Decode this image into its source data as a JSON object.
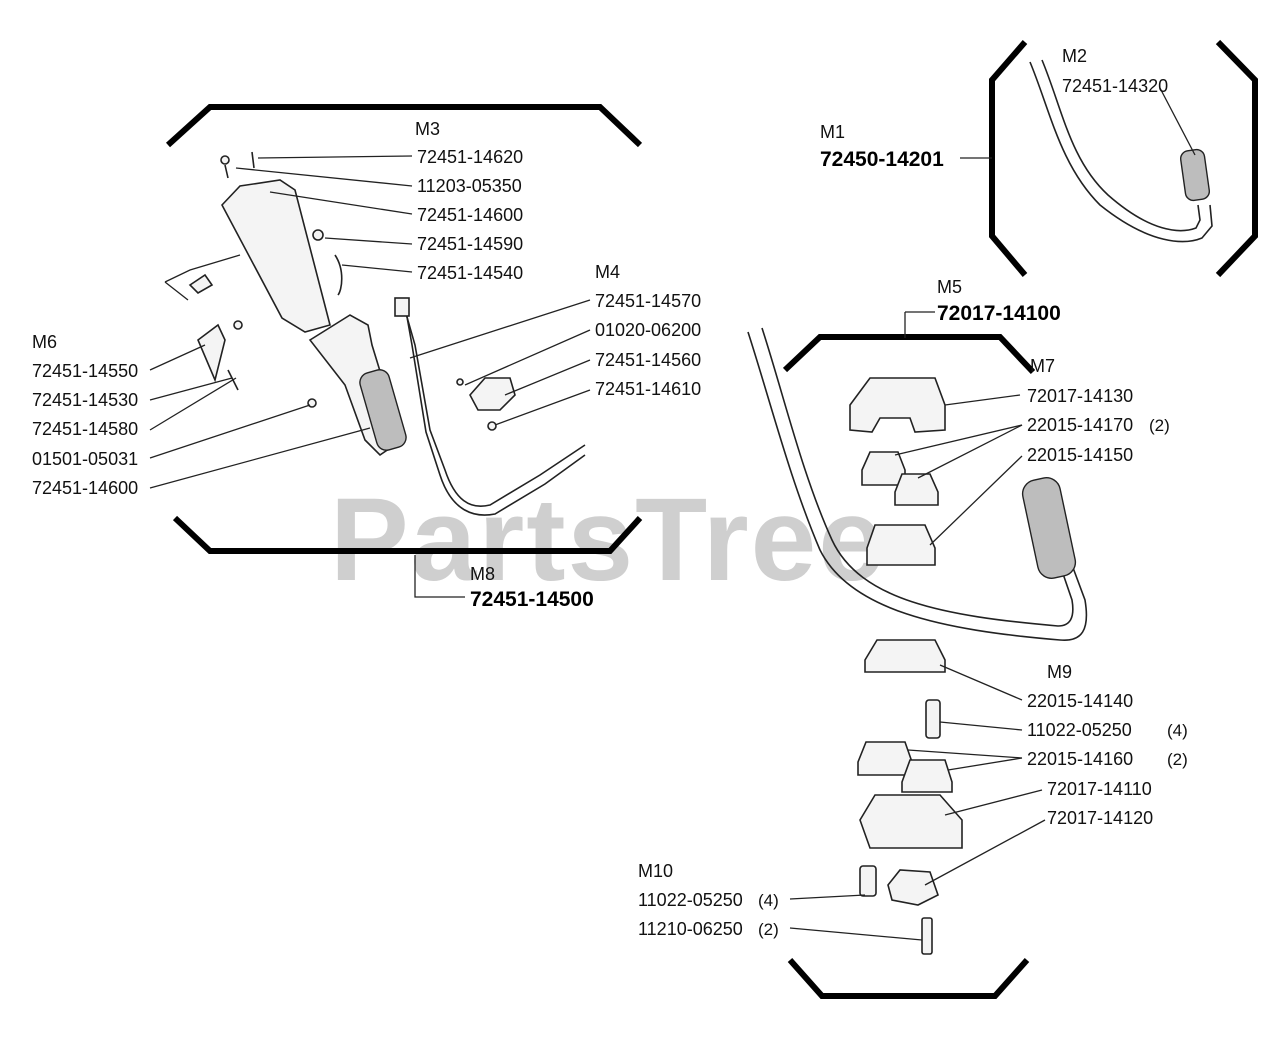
{
  "watermark": "PartsTree",
  "groups": {
    "M1": {
      "ref": "M1",
      "pn": "72450-14201"
    },
    "M2": {
      "ref": "M2",
      "pn": "72451-14320"
    },
    "M3": {
      "ref": "M3"
    },
    "M4": {
      "ref": "M4"
    },
    "M5": {
      "ref": "M5",
      "pn": "72017-14100"
    },
    "M6": {
      "ref": "M6"
    },
    "M7": {
      "ref": "M7"
    },
    "M8": {
      "ref": "M8",
      "pn": "72451-14500"
    },
    "M9": {
      "ref": "M9"
    },
    "M10": {
      "ref": "M10"
    }
  },
  "m3_parts": [
    "72451-14620",
    "11203-05350",
    "72451-14600",
    "72451-14590",
    "72451-14540"
  ],
  "m4_parts": [
    "72451-14570",
    "01020-06200",
    "72451-14560",
    "72451-14610"
  ],
  "m6_parts": [
    "72451-14550",
    "72451-14530",
    "72451-14580",
    "01501-05031",
    "72451-14600"
  ],
  "m7_parts": [
    {
      "pn": "72017-14130",
      "qty": ""
    },
    {
      "pn": "22015-14170",
      "qty": "(2)"
    },
    {
      "pn": "22015-14150",
      "qty": ""
    }
  ],
  "m9_parts": [
    {
      "pn": "22015-14140",
      "qty": ""
    },
    {
      "pn": "11022-05250",
      "qty": "(4)"
    },
    {
      "pn": "22015-14160",
      "qty": "(2)"
    },
    {
      "pn": "72017-14110",
      "qty": ""
    },
    {
      "pn": "72017-14120",
      "qty": ""
    }
  ],
  "m10_parts": [
    {
      "pn": "11022-05250",
      "qty": "(4)"
    },
    {
      "pn": "11210-06250",
      "qty": "(2)"
    }
  ]
}
